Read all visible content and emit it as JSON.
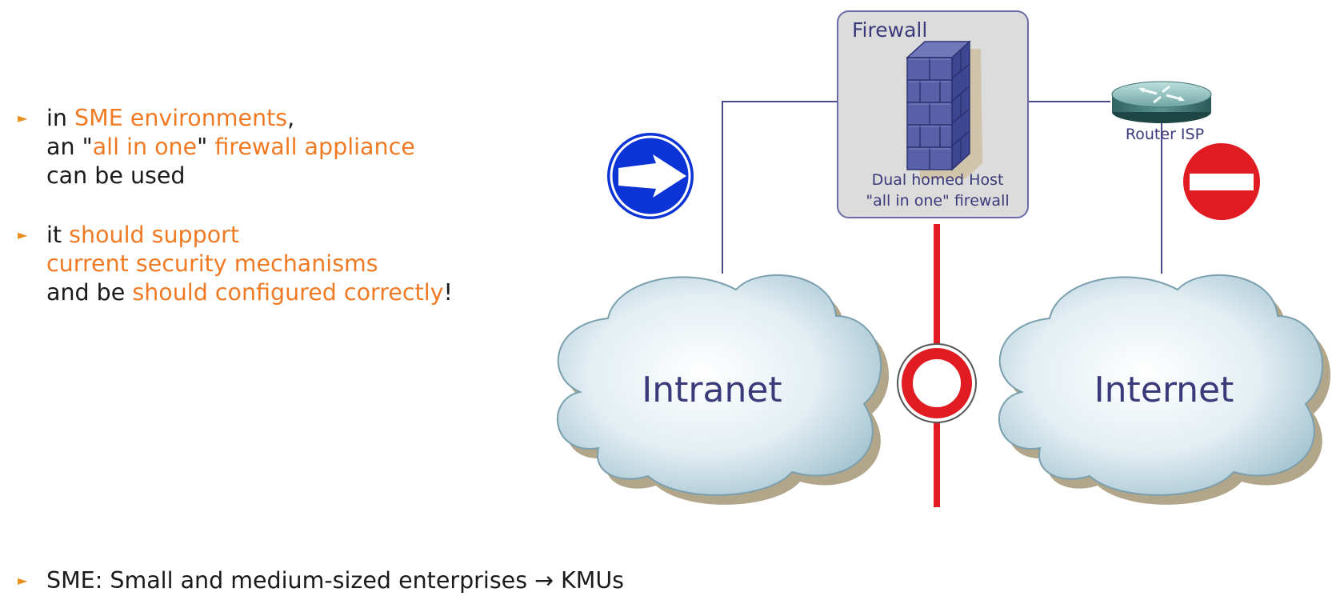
{
  "bullets": [
    {
      "lines": [
        [
          {
            "t": "in "
          },
          {
            "t": "SME environments",
            "hl": true
          },
          {
            "t": ","
          }
        ],
        [
          {
            "t": "an \""
          },
          {
            "t": "all in one",
            "hl": true
          },
          {
            "t": "\" "
          },
          {
            "t": "firewall appliance",
            "hl": true
          }
        ],
        [
          {
            "t": "can be used"
          }
        ]
      ]
    },
    {
      "lines": [
        [
          {
            "t": "it "
          },
          {
            "t": "should support",
            "hl": true
          }
        ],
        [
          {
            "t": "current security mechanisms",
            "hl": true
          }
        ],
        [
          {
            "t": "and be "
          },
          {
            "t": "should configured correctly",
            "hl": true
          },
          {
            "t": "!"
          }
        ]
      ]
    }
  ],
  "footer": "SME: Small and medium-sized enterprises → KMUs",
  "diagram": {
    "firewall_box_label": "Firewall",
    "host_label_line1": "Dual homed Host",
    "host_label_line2": "\"all in one\" firewall",
    "router_label": "Router ISP",
    "cloud_left_label": "Intranet",
    "cloud_right_label": "Internet"
  },
  "colors": {
    "accent": "#f07a23",
    "bullet_marker": "#e8901e",
    "diagram_text": "#3a3a7a",
    "boundary_red": "#e11b22",
    "sign_blue": "#0b33d6"
  }
}
